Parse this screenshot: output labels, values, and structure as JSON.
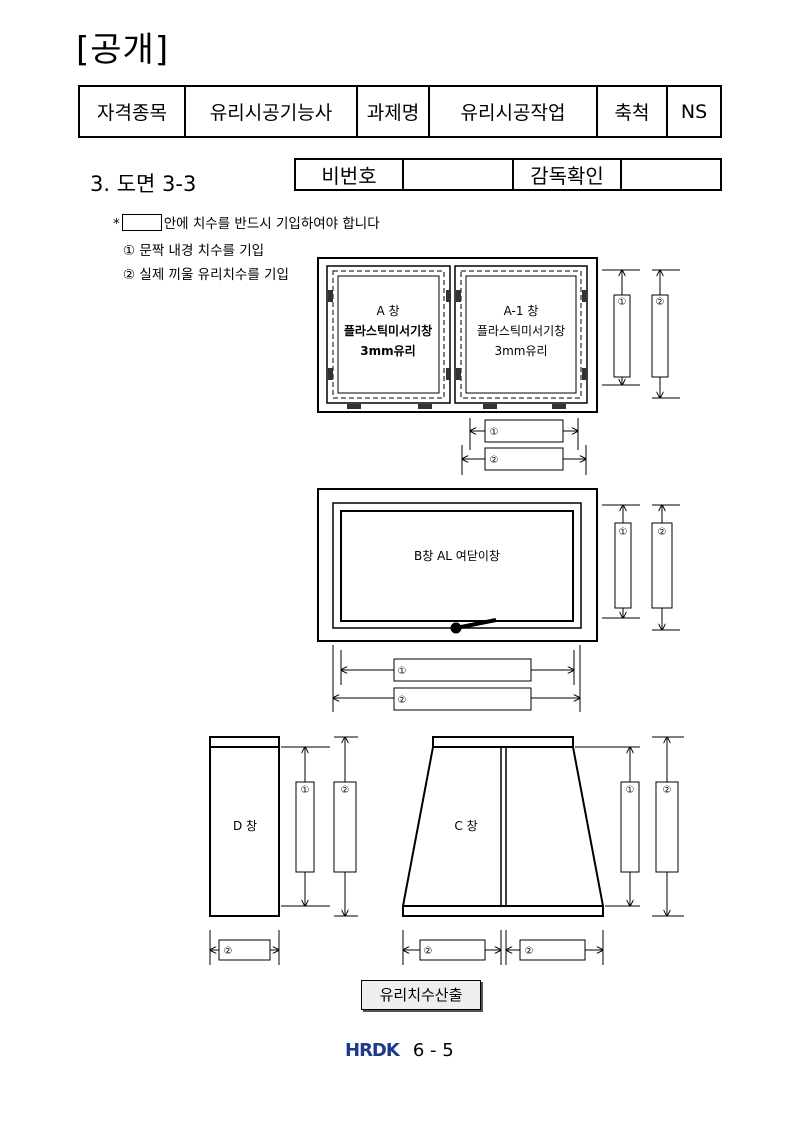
{
  "header": {
    "title": "[공개]"
  },
  "info_table": {
    "label_qualification": "자격종목",
    "value_qualification": "유리시공기능사",
    "label_task": "과제명",
    "value_task": "유리시공작업",
    "label_scale": "축척",
    "value_scale": "NS"
  },
  "section_title": "3. 도면 3-3",
  "signature": {
    "label_id": "비번호",
    "label_confirm": "감독확인"
  },
  "notes": {
    "star": "*",
    "line1_rest": "안에 치수를 반드시 기입하여야 합니다",
    "line2": "① 문짝 내경 치수를 기입",
    "line3": "② 실제 끼울 유리치수를 기입"
  },
  "marks": {
    "one": "①",
    "two": "②"
  },
  "window_a": {
    "label": "A 창",
    "material": "플라스틱미서기창",
    "glass": "3mm유리"
  },
  "window_a1": {
    "label": "A-1 창",
    "material": "플라스틱미서기창",
    "glass": "3mm유리"
  },
  "window_b": {
    "label": "B창 AL 여닫이창"
  },
  "window_d": {
    "label": "D 창"
  },
  "window_c": {
    "label": "C 창"
  },
  "button": {
    "label": "유리치수산출"
  },
  "footer": {
    "logo": "HRDK",
    "page": "6 - 5"
  }
}
